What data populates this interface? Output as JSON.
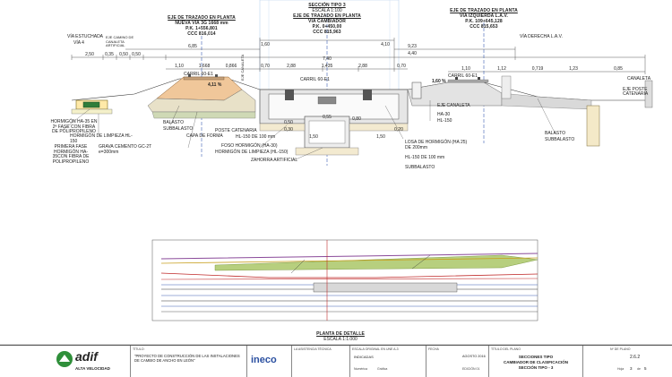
{
  "top": {
    "left_axis_title": "EJE DE TRAZADO EN PLANTA",
    "left_axis_track": "NUEVA VÍA 3G 1668 mm",
    "left_axis_pk": "P.K. 1+556,801",
    "left_axis_ccc": "CCC 816,014",
    "center_section": "SECCIÓN TIPO 3",
    "center_scale": "ESCALA 1:100",
    "center_axis_title": "EJE DE TRAZADO EN PLANTA",
    "center_track": "VÍA CAMBIADOR",
    "center_pk": "P.K. 0+450,00",
    "center_ccc": "CCC 815,963",
    "right_axis_title": "EJE DE TRAZADO EN PLANTA",
    "right_track": "VÍA IZQUIERDA L.A.V.",
    "right_pk": "P.K. 109+645,128",
    "right_ccc": "CCC 815,653"
  },
  "labels": {
    "via_estuchada": "VÍA ESTUCHADA",
    "via_4": "VÍA 4",
    "eje_cesped": "EJE CAMINO DE CANALETA ARTIFICIAL",
    "via_derecha": "VÍA DERECHA L.A.V.",
    "carril_60e1_a": "CARRIL 60-E1",
    "carril_60e1_b": "CARRIL 60-E1",
    "carril_60e1_c": "CARRIL 60-E1",
    "balasto": "BALASTO",
    "subbalasto": "SUBBALASTO",
    "capa_forma": "CAPA DE FORMA",
    "hl150_left": "HL-150 DE 100 mm",
    "foso": "FOSO HORMIGÓN (HA-30)",
    "hormigon_limpieza": "HORMIGÓN DE LIMPIEZA (HL-150)",
    "zahorra": "ZAHORRA ARTIFICIAL",
    "poste_catenaria": "POSTE CATENARIA",
    "grava_cemento": "GRAVA CEMENTO GC-2T e=300mm",
    "hormigon_limpieza_l": "HORMIGÓN DE LIMPIEZA HL-150",
    "hormigon_ha35": "HORMIGÓN HA-35 EN 2ª FASE CON FIBRA DE POLIPROPILENO",
    "primera_fase": "PRIMERA FASE HORMIGÓN HA-35CON FIBRA DE POLIPROPILENO",
    "losa": "LOSA DE HORMIGÓN (HA 25) DE 200mm",
    "hl150_right": "HL-150 DE 100 mm",
    "subbalasto_r": "SUBBALASTO",
    "ha30": "HA-30",
    "hl150_r2": "HL-150",
    "eje_canaleta": "EJE CANALETA",
    "canaleta_r": "CANALETA",
    "eje_poste": "EJE POSTE CATENARIA",
    "balasto_r": "BALASTO",
    "subbalasto_r2": "SUBBALASTO",
    "eje_canaleta_v": "EJE CANALETA"
  },
  "dims": {
    "d_250": "2,50",
    "d_035": "0,35",
    "d_050a": "0,50",
    "d_050b": "0,50",
    "d_685": "6,85",
    "d_110a": "1,10",
    "d_1668": "1,668",
    "d_0866": "0,866",
    "d_070a": "0,70",
    "d_740": "7,40",
    "d_070b": "0,70",
    "d_923": "9,23",
    "d_440": "4,40",
    "d_288a": "2,88",
    "d_1435": "1,435",
    "d_288b": "2,88",
    "d_160": "1,60",
    "d_410": "4,10",
    "d_050c": "0,50",
    "d_030": "0,30",
    "d_055": "0,55",
    "d_080": "0,80",
    "d_150a": "1,50",
    "d_150b": "1,50",
    "d_020": "0,20",
    "d_110b": "1,10",
    "d_112": "1,12",
    "d_0719": "0,719",
    "d_123": "1,23",
    "d_085": "0,85",
    "slope_l": "4,11 %",
    "slope_r": "1,60 %"
  },
  "detail": {
    "title": "PLANTA DE DETALLE",
    "scale": "ESCALA 1:1.000"
  },
  "titleblock": {
    "logo": "adif",
    "logo_sub": "ALTA VELOCIDAD",
    "titulo_lbl": "TÍTULO:",
    "titulo_val": "\"PROYECTO DE CONSTRUCCIÓN DE LAS INSTALACIONES DE CAMBIO DE ANCHO EN LEÓN\"",
    "consultor_logo": "ineco",
    "asistencia_lbl": "LA ASISTENCIA TÉCNICA",
    "escala_lbl": "ESCALA ORIGINAL EN UNE A-3",
    "indicadas": "INDICADAS",
    "numerica": "Numérica",
    "grafica": "Gráfica",
    "fecha_lbl": "FECHA",
    "fecha_val": "AGOSTO 2016",
    "edicion_lbl": "EDICIÓN 01",
    "plano_lbl": "TÍTULO DEL PLANO",
    "plano_1": "SECCIONES TIPO",
    "plano_2": "CAMBIADOR DE CLASIFICACIÓN",
    "plano_3": "SECCIÓN TIPO - 3",
    "num_lbl": "Nº DE PLANO",
    "num_val": "2.6.2",
    "hoja_lbl": "Hoja",
    "hoja_val": "3",
    "de_lbl": "de",
    "de_val": "5"
  }
}
